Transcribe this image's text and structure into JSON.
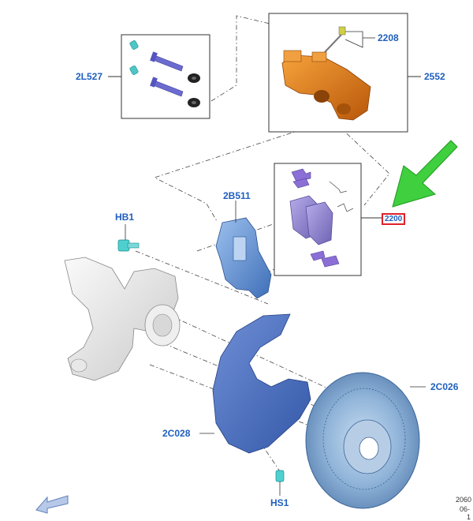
{
  "callouts": {
    "pin_kit": "2L527",
    "caliper": "2552",
    "bleeder": "2208",
    "bracket": "2B511",
    "pad_kit": "2200",
    "bolt_hb1": "HB1",
    "shield": "2C028",
    "rotor": "2C026",
    "screw_hs1": "HS1"
  },
  "footer": {
    "code_line1": "2060",
    "code_line2": "06-",
    "code_line3": "1"
  },
  "colors": {
    "callout_text": "#1f5fbf",
    "highlight_border": "#e0202a",
    "pointer_arrow": "#33cc33",
    "caliper": "#e07a10",
    "bracket": "#5a8fd6",
    "pads": "#8a7fc8",
    "shield": "#4d74c4",
    "rotor": "#7fa6cf",
    "knuckle": "#e6e6e6"
  },
  "icons": {
    "pointer": "green-arrow-icon",
    "nav": "back-arrow-icon"
  }
}
